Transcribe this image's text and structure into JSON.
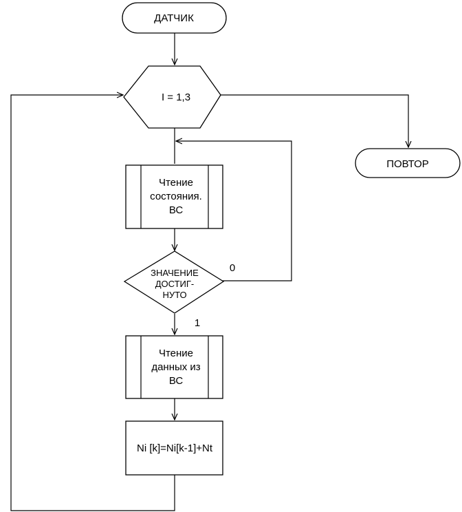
{
  "diagram": {
    "start": "ДАТЧИК",
    "loop": "I = 1,3",
    "exit": "ПОВТОР",
    "read_state": [
      "Чтение",
      "состояния.",
      "ВС"
    ],
    "decision": [
      "ЗНАЧЕНИЕ",
      "ДОСТИГ-",
      "НУТО"
    ],
    "branch_no": "0",
    "branch_yes": "1",
    "read_data": [
      "Чтение",
      "данных из",
      "ВС"
    ],
    "calc": "Ni [k]=Ni[k-1]+Nt"
  }
}
